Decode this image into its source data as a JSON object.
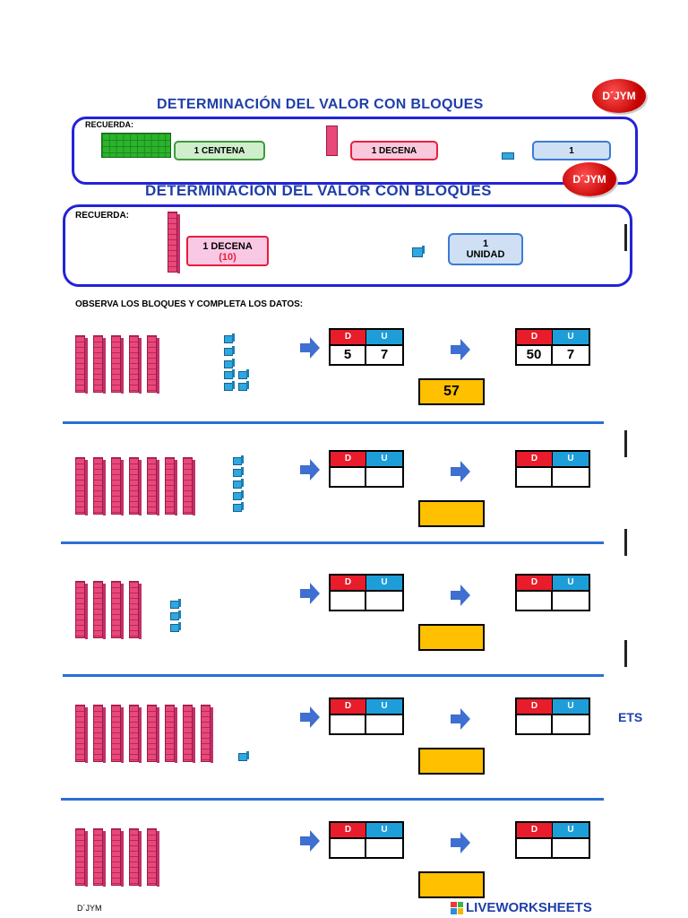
{
  "logo_text": "D´JYM",
  "background_sheet": {
    "title": "DETERMINACIÓN DEL VALOR CON BLOQUES",
    "label": "RECUERDA:",
    "centena": "1 CENTENA",
    "decena": "1 DECENA",
    "unidad": "1"
  },
  "title": "DETERMINACIÓN DEL VALOR CON BLOQUES",
  "recuerda": {
    "label": "RECUERDA:",
    "decena_line1": "1 DECENA",
    "decena_line2": "(10)",
    "unidad_line1": "1",
    "unidad_line2": "UNIDAD"
  },
  "instruction": "OBSERVA LOS BLOQUES Y COMPLETA LOS DATOS:",
  "table_headers": {
    "d": "D",
    "u": "U"
  },
  "exercises": [
    {
      "tens": 5,
      "ones": 7,
      "table1": {
        "d": "5",
        "u": "7"
      },
      "table2": {
        "d": "50",
        "u": "7"
      },
      "answer": "57"
    },
    {
      "tens": 7,
      "ones": 5,
      "table1": {
        "d": "",
        "u": ""
      },
      "table2": {
        "d": "",
        "u": ""
      },
      "answer": ""
    },
    {
      "tens": 4,
      "ones": 3,
      "table1": {
        "d": "",
        "u": ""
      },
      "table2": {
        "d": "",
        "u": ""
      },
      "answer": ""
    },
    {
      "tens": 8,
      "ones": 1,
      "table1": {
        "d": "",
        "u": ""
      },
      "table2": {
        "d": "",
        "u": ""
      },
      "answer": ""
    },
    {
      "tens": 5,
      "ones": 0,
      "table1": {
        "d": "",
        "u": ""
      },
      "table2": {
        "d": "",
        "u": ""
      },
      "answer": ""
    }
  ],
  "side_text": "ETS",
  "footer": {
    "left": "D´JYM",
    "right": "LIVEWORKSHEETS"
  },
  "colors": {
    "blue": "#2323d8",
    "title_blue": "#1f3fa8",
    "rod": "#e8487a",
    "cube": "#2da8e0",
    "answer": "#ffc000"
  }
}
